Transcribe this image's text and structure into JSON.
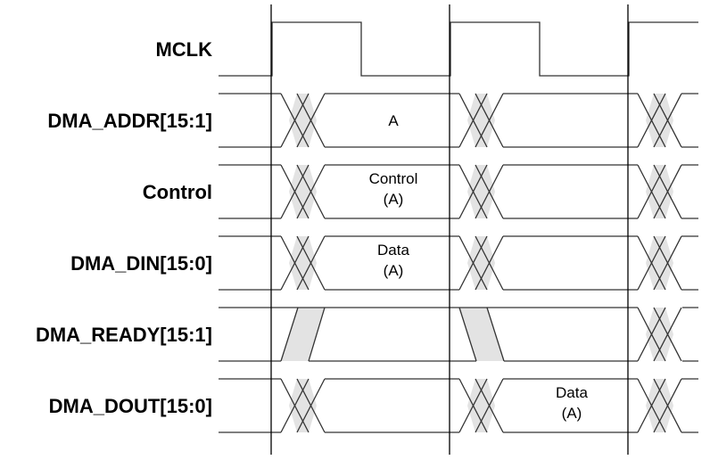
{
  "diagram": {
    "type": "timing-diagram",
    "signals": [
      {
        "name": "MCLK",
        "kind": "clock"
      },
      {
        "name": "DMA_ADDR[15:1]",
        "kind": "bus",
        "value_label": [
          "A"
        ]
      },
      {
        "name": "Control",
        "kind": "bus",
        "value_label": [
          "Control",
          "(A)"
        ]
      },
      {
        "name": "DMA_DIN[15:0]",
        "kind": "bus",
        "value_label": [
          "Data",
          "(A)"
        ]
      },
      {
        "name": "DMA_READY[15:1]",
        "kind": "ready"
      },
      {
        "name": "DMA_DOUT[15:0]",
        "kind": "bus-dout",
        "value_label": [
          "Data",
          "(A)"
        ]
      }
    ],
    "clock_cycles": 3,
    "colors": {
      "line": "#333333",
      "shade": "#e3e3e3"
    }
  }
}
